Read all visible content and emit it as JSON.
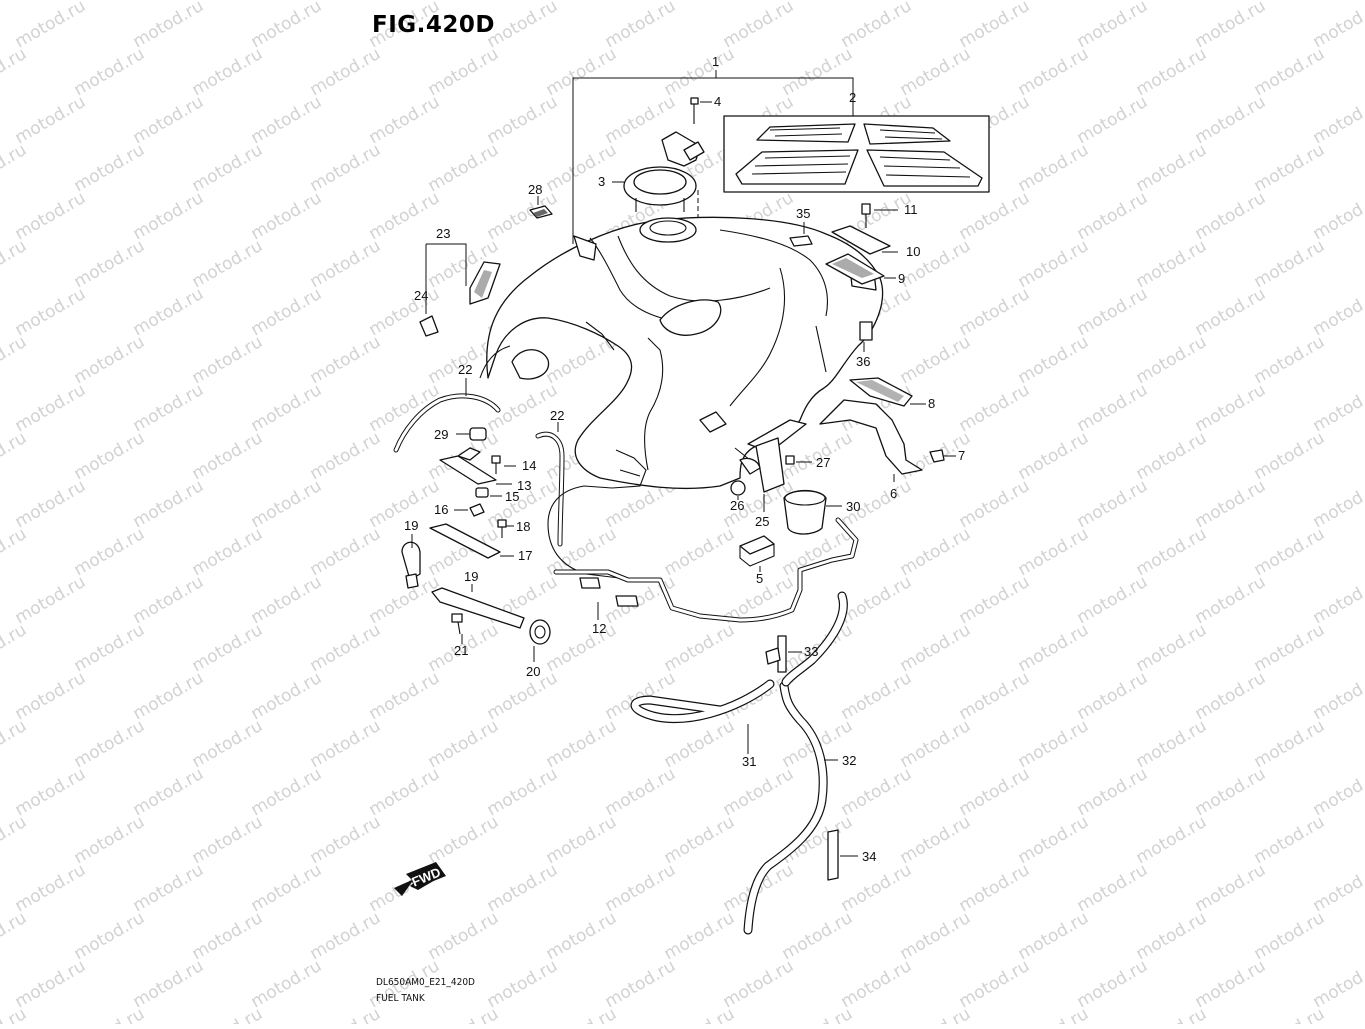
{
  "figure_title": "FIG.420D",
  "watermark": "motod.ru",
  "footer": {
    "code": "DL650AM0_E21_420D",
    "name": "FUEL TANK"
  },
  "fwd_label": "FWD",
  "callouts": {
    "n1": "1",
    "n2": "2",
    "n3": "3",
    "n4": "4",
    "n5": "5",
    "n6": "6",
    "n7": "7",
    "n8": "8",
    "n9": "9",
    "n10": "10",
    "n11": "11",
    "n12": "12",
    "n13": "13",
    "n14": "14",
    "n15": "15",
    "n16": "16",
    "n17": "17",
    "n18": "18",
    "n19a": "19",
    "n19b": "19",
    "n20": "20",
    "n21": "21",
    "n22a": "22",
    "n22b": "22",
    "n23": "23",
    "n24": "24",
    "n25": "25",
    "n26": "26",
    "n27": "27",
    "n28": "28",
    "n30": "30",
    "n31": "31",
    "n32": "32",
    "n33": "33",
    "n34": "34",
    "n35": "35",
    "n36": "36",
    "n29": "29"
  }
}
